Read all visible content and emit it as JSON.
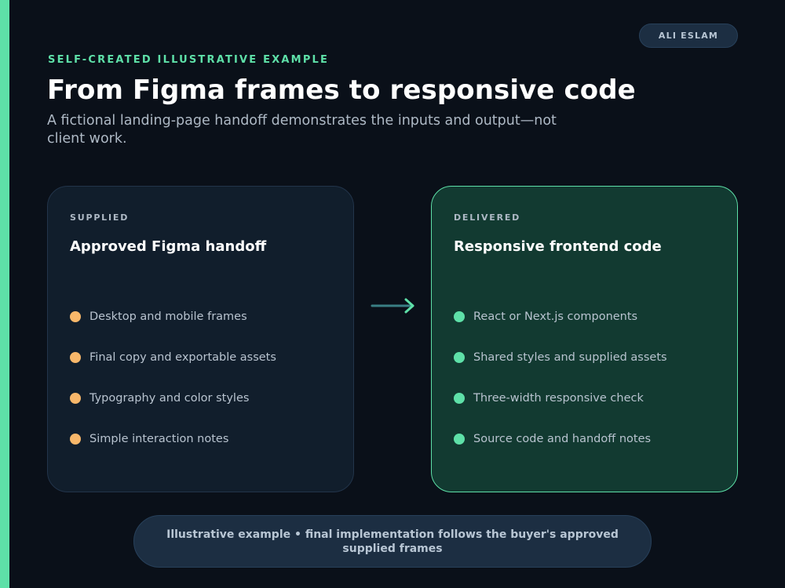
{
  "author_badge": "ALI ESLAM",
  "eyebrow": "SELF-CREATED ILLUSTRATIVE EXAMPLE",
  "title": "From Figma frames to responsive code",
  "subtitle": "A fictional landing-page handoff demonstrates the inputs and output—not client work.",
  "colors": {
    "accent": "#5ee0a8",
    "supplied_bullet": "#f8b76a",
    "delivered_bullet": "#5ee0a8",
    "background": "#0a1019"
  },
  "supplied": {
    "label": "SUPPLIED",
    "title": "Approved Figma handoff",
    "items": [
      "Desktop and mobile frames",
      "Final copy and exportable assets",
      "Typography and color styles",
      "Simple interaction notes"
    ]
  },
  "delivered": {
    "label": "DELIVERED",
    "title": "Responsive frontend code",
    "items": [
      "React or Next.js components",
      "Shared styles and supplied assets",
      "Three-width responsive check",
      "Source code and handoff notes"
    ]
  },
  "arrow_icon": "arrow-right-icon",
  "footer_note": "Illustrative example • final implementation follows the buyer's approved supplied frames"
}
